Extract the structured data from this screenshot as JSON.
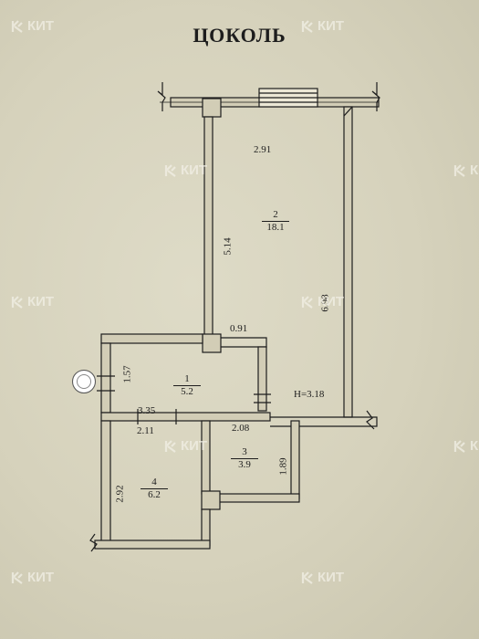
{
  "title": "ЦОКОЛЬ",
  "watermark": "КИТ",
  "height_label": "H=3.18",
  "dimensions": {
    "top_width": "2.91",
    "left_wall_room2": "5.14",
    "right_wall_room2": "6.98",
    "corridor_top": "0.91",
    "room1_left": "1.57",
    "room1_bottom": "3.35",
    "room4_top": "2.11",
    "room3_top": "2.08",
    "room4_left": "2.92",
    "room3_right": "1.89"
  },
  "rooms": [
    {
      "number": "1",
      "area": "5.2"
    },
    {
      "number": "2",
      "area": "18.1"
    },
    {
      "number": "3",
      "area": "3.9"
    },
    {
      "number": "4",
      "area": "6.2"
    }
  ],
  "colors": {
    "ink": "#1d1d1d",
    "paper": "#d8d4bf",
    "watermark": "#f2f0e6"
  }
}
